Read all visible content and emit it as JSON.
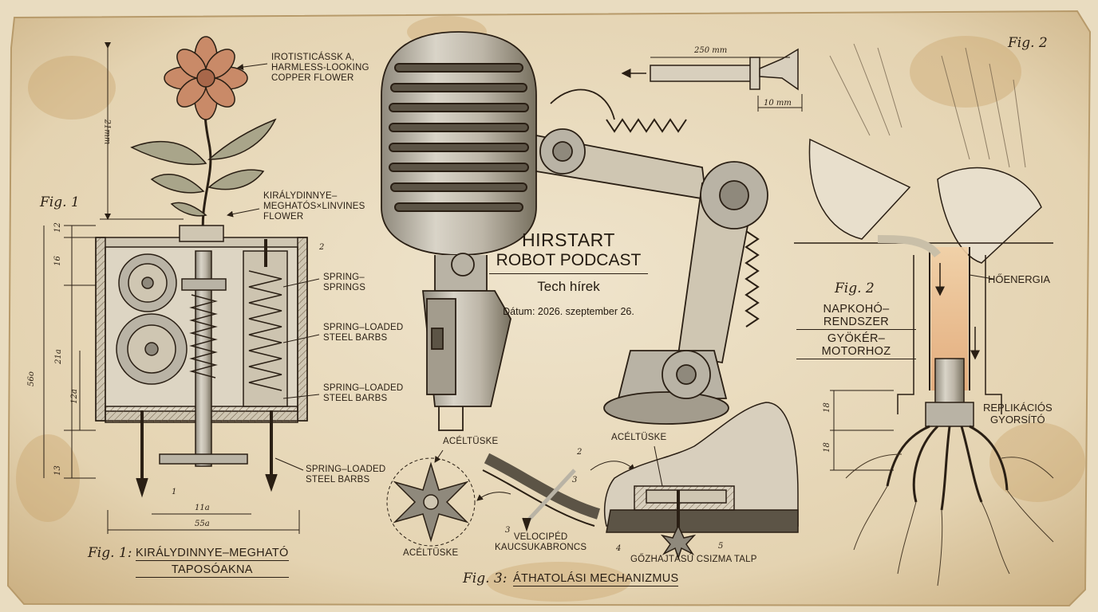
{
  "title": {
    "line1": "HIRSTART",
    "line2": "ROBOT PODCAST",
    "line3": "Tech hírek",
    "date": "Dátum: 2026. szeptember 26."
  },
  "fig1": {
    "label": "Fig. 1",
    "caption_prefix": "Fig. 1:",
    "caption_line1": "KIRÁLYDINNYE–MEGHATÓ",
    "caption_line2": "TAPOSÓAKNA",
    "callout_flower": "IROTISTICÁSSK A,\nHARMLESS-LOOKING\nCOPPER FLOWER",
    "callout_flower2": "KIRÁLYDINNYE–\nMEGHATÓS×LINVINES\nFLOWER",
    "callout_springs": "SPRING–\nSPRINGS",
    "callout_barbs1": "SPRING–LOADED\nSTEEL BARBS",
    "callout_barbs2": "SPRING–LOADED\nSTEEL BARBS",
    "callout_barbs3": "SPRING–LOADED\nSTEEL BARBS",
    "dims": {
      "d_height": "21mm",
      "d_12": "12",
      "d_16": "16",
      "d_21a": "21a",
      "d_12a": "12a",
      "d_560": "56o",
      "d_13": "13",
      "d_11a": "11a",
      "d_55a": "55a",
      "d_1": "1",
      "d_2": "2"
    }
  },
  "fig2": {
    "label_top": "Fig. 2",
    "label": "Fig. 2",
    "caption_line1": "NAPKOHÓ–RENDSZER",
    "caption_line2": "GYÖKÉR–MOTORHOZ",
    "callout_heat": "HŐENERGIA",
    "callout_replic": "REPLIKÁCIÓS\nGYORSÍTÓ",
    "dims": {
      "d_18a": "18",
      "d_18b": "18"
    }
  },
  "fig3": {
    "caption_prefix": "Fig. 3:",
    "caption": "ÁTHATOLÁSI MECHANIZMUS",
    "spike_top": "ACÉLTÜSKE",
    "spike_bottom": "ACÉLTÜSKE",
    "spike_boot": "ACÉLTÜSKE",
    "tire": "VELOCIPÉD\nKAUCSUKABRONCS",
    "sole": "GŐZHAJTÁSÚ CSIZMA TALP",
    "nums": {
      "n2": "2",
      "n3a": "3",
      "n3b": "3",
      "n4": "4",
      "n5": "5"
    }
  },
  "piece": {
    "dim_len": "250 mm",
    "dim_dia": "10 mm"
  },
  "colors": {
    "paper": "#e9dcc0",
    "ink": "#2a1f14",
    "copper": "#c98a68",
    "leaf": "#a9a58a",
    "metal": "#b9b3a5",
    "heat": "#e8b98a"
  }
}
